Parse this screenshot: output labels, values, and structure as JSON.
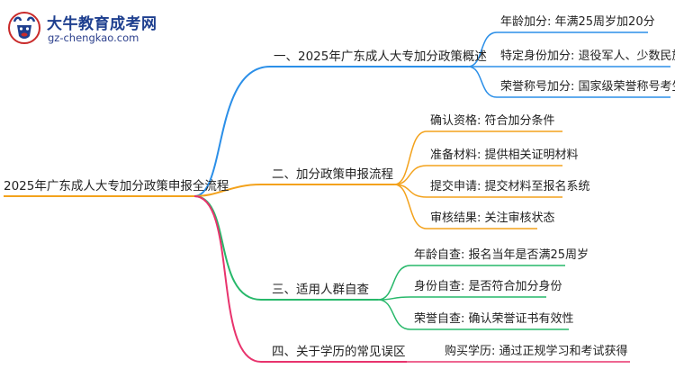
{
  "logo": {
    "title": "大牛教育成考网",
    "url": "gz-chengkao.com",
    "icon": "bull-logo-icon"
  },
  "root": "2025年广东成人大专加分政策申报全流程",
  "branches": [
    {
      "label": "一、2025年广东成人大专加分政策概述",
      "color": "#2b8fe8",
      "leaves": [
        "年龄加分: 年满25周岁加20分",
        "特定身份加分: 退役军人、少数民族等",
        "荣誉称号加分: 国家级荣誉称号考生"
      ]
    },
    {
      "label": "二、加分政策申报流程",
      "color": "#f3a21c",
      "leaves": [
        "确认资格: 符合加分条件",
        "准备材料: 提供相关证明材料",
        "提交申请: 提交材料至报名系统",
        "审核结果: 关注审核状态"
      ]
    },
    {
      "label": "三、适用人群自查",
      "color": "#27b86a",
      "leaves": [
        "年龄自查: 报名当年是否满25周岁",
        "身份自查: 是否符合加分身份",
        "荣誉自查: 确认荣誉证书有效性"
      ]
    },
    {
      "label": "四、关于学历的常见误区",
      "color": "#e8336d",
      "leaves": [
        "购买学历: 通过正规学习和考试获得"
      ]
    }
  ]
}
